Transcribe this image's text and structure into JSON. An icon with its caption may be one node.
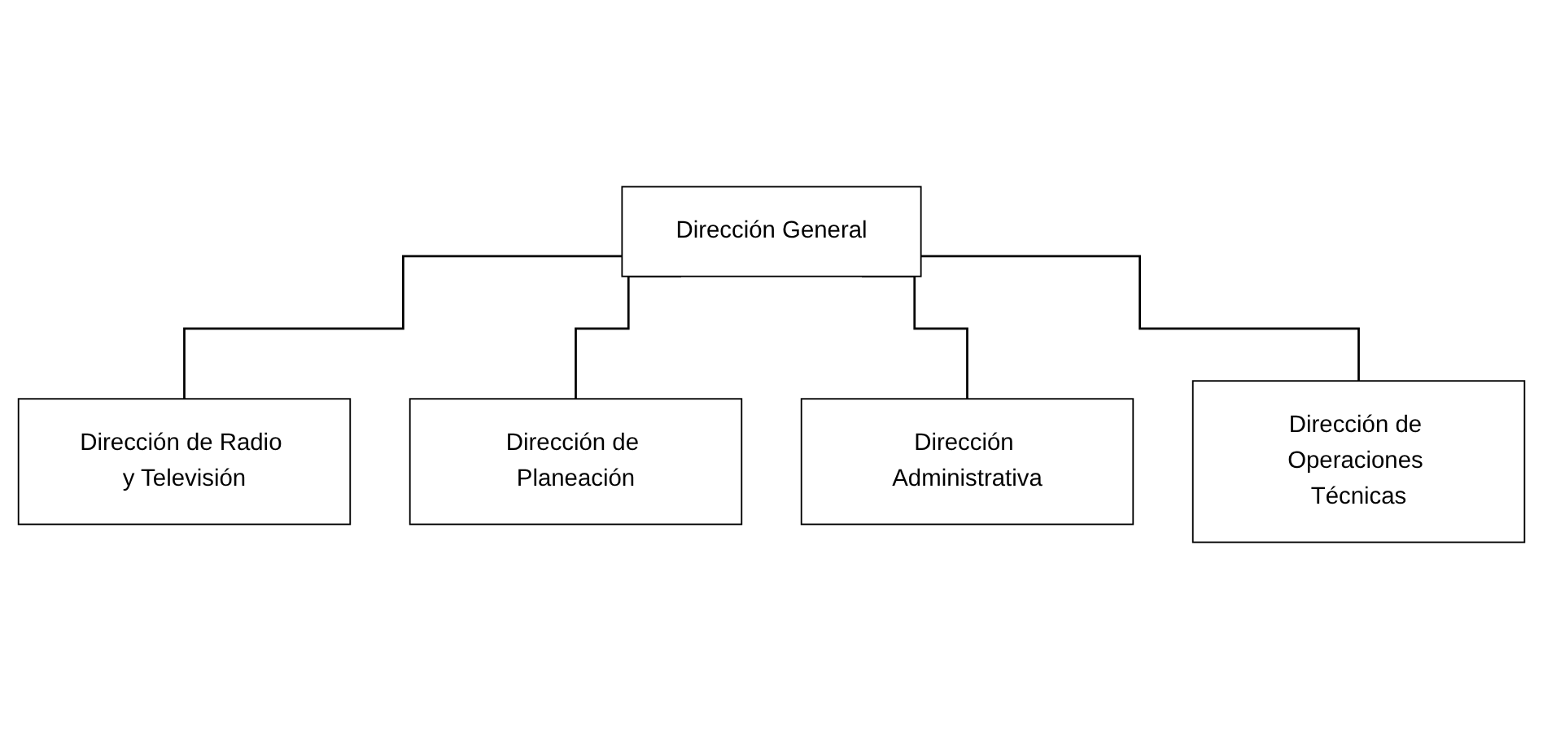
{
  "diagram": {
    "nodes": [
      {
        "text": [
          "Dirección General"
        ]
      },
      {
        "text": [
          "Dirección de Radio y Televisión"
        ]
      },
      {
        "text": [
          "Dirección de Planeación"
        ]
      },
      {
        "text": [
          "Dirección Administrativa"
        ]
      },
      {
        "text": [
          "Dirección de Operaciones Técnicas"
        ]
      }
    ],
    "edges": [
      {
        "from": 0,
        "to": 1,
        "arrow": "none"
      },
      {
        "from": 0,
        "to": 2,
        "arrow": "none"
      },
      {
        "from": 0,
        "to": 3,
        "arrow": "none"
      },
      {
        "from": 0,
        "to": 4,
        "arrow": "none"
      }
    ]
  }
}
